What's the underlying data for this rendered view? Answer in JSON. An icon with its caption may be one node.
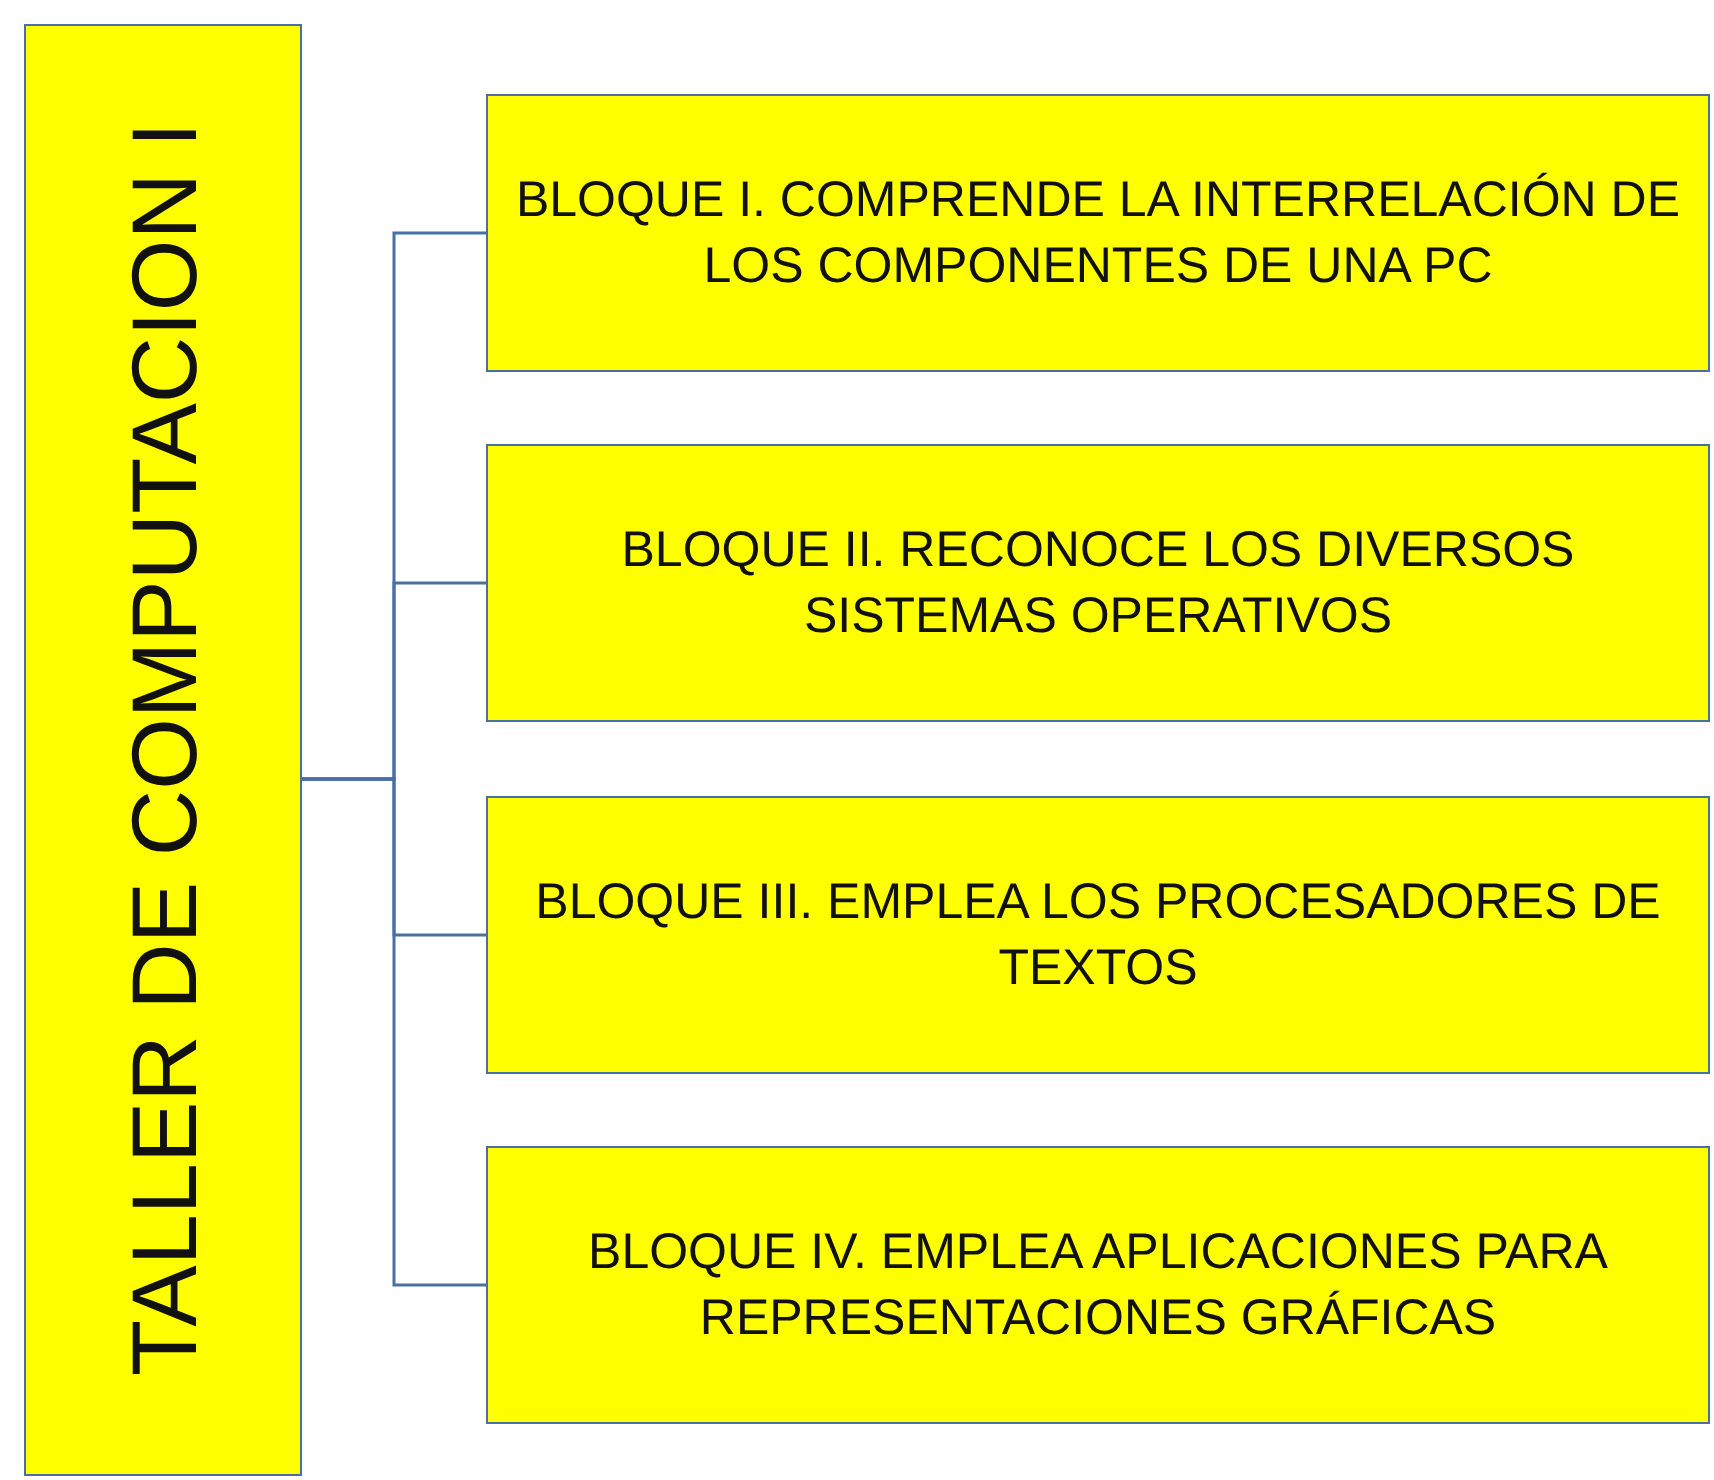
{
  "diagram": {
    "nodes": [
      {
        "text": [
          "TALLER DE COMPUTACION I"
        ]
      },
      {
        "text": [
          "BLOQUE I. COMPRENDE LA INTERRELACIÓN DE LOS COMPONENTES DE UNA PC"
        ]
      },
      {
        "text": [
          "BLOQUE II. RECONOCE LOS DIVERSOS SISTEMAS OPERATIVOS"
        ]
      },
      {
        "text": [
          "BLOQUE III. EMPLEA LOS PROCESADORES DE TEXTOS"
        ]
      },
      {
        "text": [
          "BLOQUE IV. EMPLEA APLICACIONES PARA REPRESENTACIONES GRÁFICAS"
        ]
      }
    ],
    "edges": [
      {
        "from": 0,
        "to": 1,
        "arrow": "none"
      },
      {
        "from": 0,
        "to": 2,
        "arrow": "none"
      },
      {
        "from": 0,
        "to": 3,
        "arrow": "none"
      },
      {
        "from": 0,
        "to": 4,
        "arrow": "none"
      }
    ]
  }
}
